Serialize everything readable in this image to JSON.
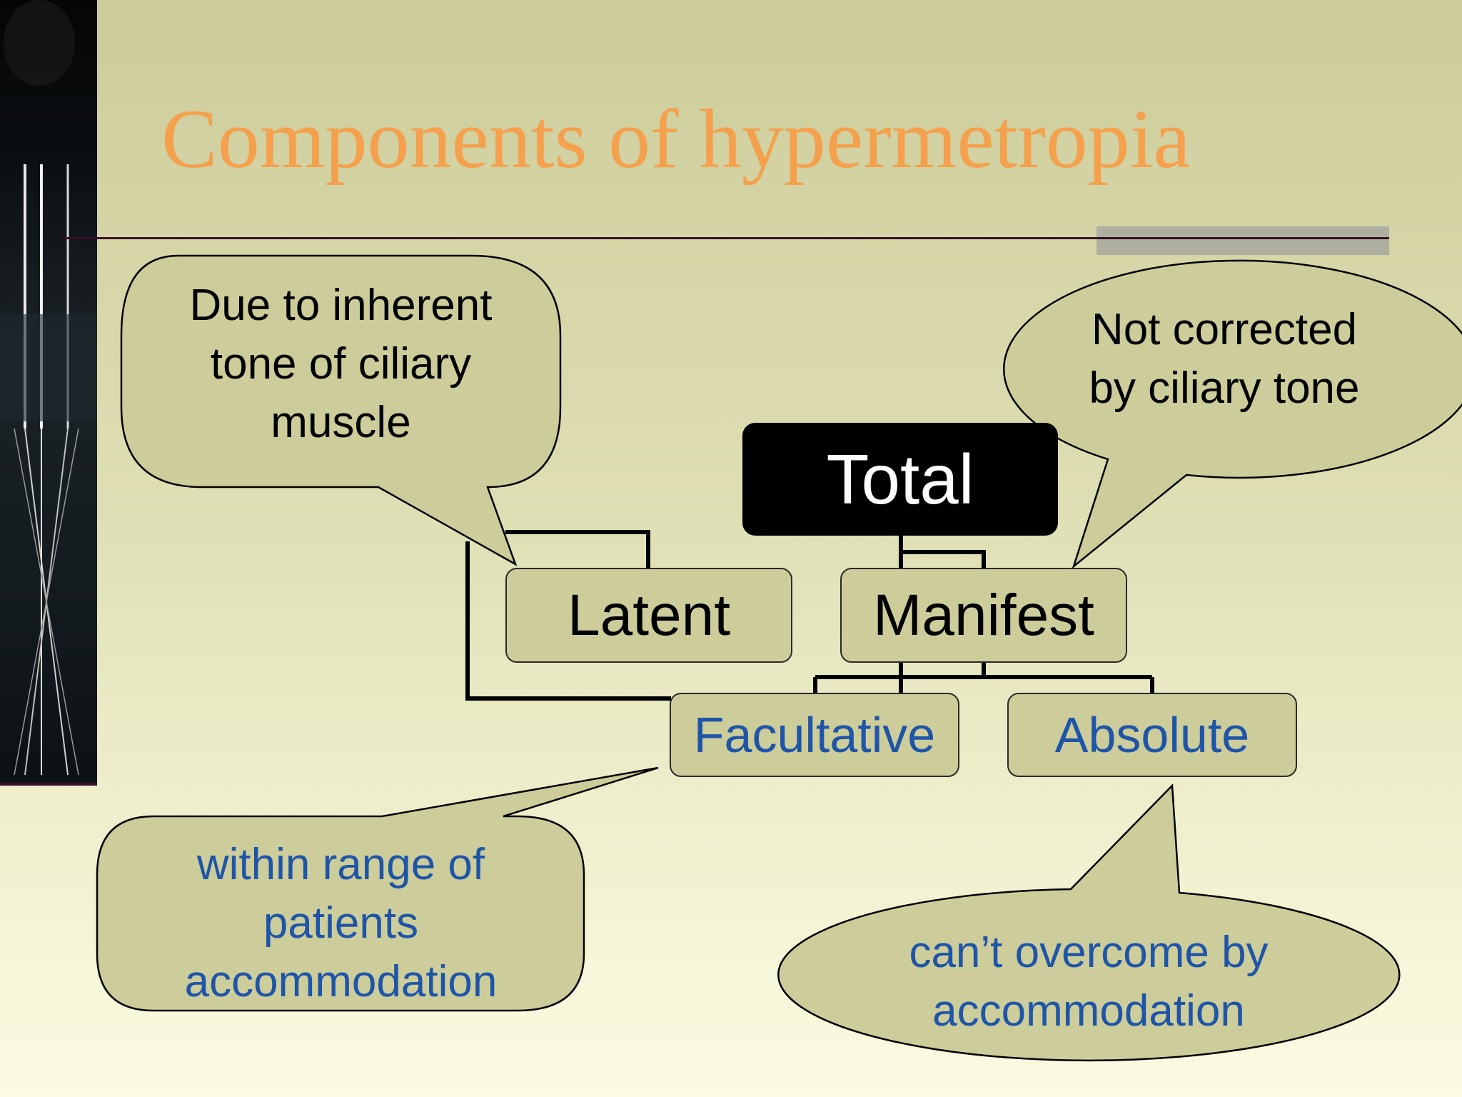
{
  "slide": {
    "title": "Components of hypermetropia"
  },
  "nodes": {
    "total": "Total",
    "latent": "Latent",
    "manifest": "Manifest",
    "facultative": "Facultative",
    "absolute": "Absolute"
  },
  "callouts": {
    "latent_note": [
      "Due to inherent",
      "tone of ciliary",
      "muscle"
    ],
    "manifest_note": [
      "Not corrected",
      "by ciliary tone"
    ],
    "facultative_note": [
      "within range of",
      "patients",
      "accommodation"
    ],
    "absolute_note": [
      "can’t overcome by",
      "accommodation"
    ]
  },
  "colors": {
    "title": "#f5a04c",
    "node_fill": "#cdcd9b",
    "total_fill": "#000000",
    "blue_text": "#1f55a8",
    "rule": "#3a0d2a"
  }
}
